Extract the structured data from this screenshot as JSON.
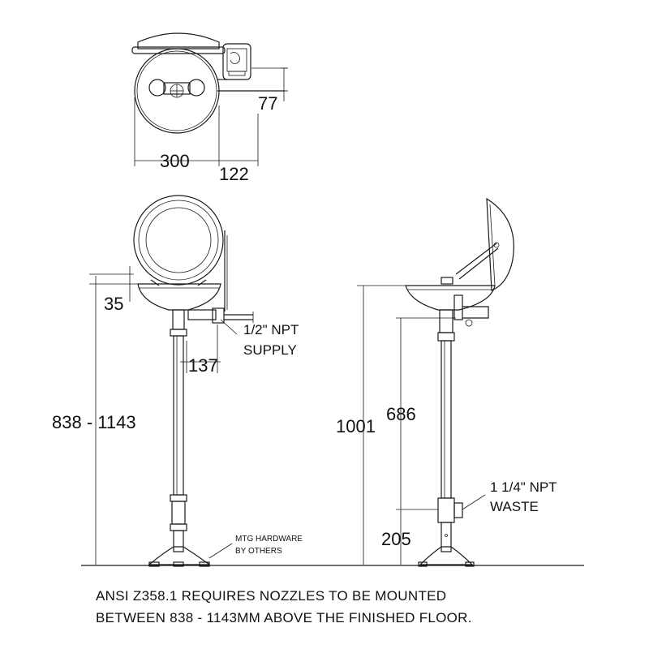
{
  "dimensions": {
    "top_width": "300",
    "top_offset": "122",
    "top_depth": "77",
    "bowl_lip": "35",
    "supply_offset": "137",
    "nozzle_range": "838 - 1143",
    "overall_height": "1001",
    "waste_height_upper": "686",
    "waste_height_lower": "205"
  },
  "labels": {
    "supply_line1": "1/2\" NPT",
    "supply_line2": "SUPPLY",
    "waste_line1": "1 1/4\" NPT",
    "waste_line2": "WASTE",
    "mtg_line1": "MTG HARDWARE",
    "mtg_line2": "BY OTHERS"
  },
  "note": {
    "line1": "ANSI Z358.1 REQUIRES NOZZLES TO BE MOUNTED",
    "line2": "BETWEEN 838 - 1143MM ABOVE THE FINISHED FLOOR."
  }
}
